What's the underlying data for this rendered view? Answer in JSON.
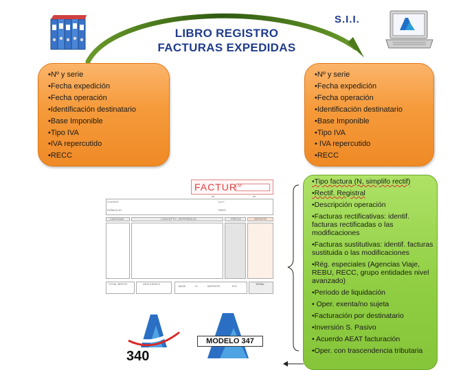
{
  "title": {
    "line1": "LIBRO REGISTRO",
    "line2": "FACTURAS EXPEDIDAS"
  },
  "sii_label": "S.I.I.",
  "left_box": {
    "items": [
      "•Nº y serie",
      "•Fecha expedición",
      "•Fecha operación",
      "•Identificación destinatario",
      "•Base Imponible",
      "•Tipo IVA",
      "•IVA repercutido",
      "•RECC"
    ]
  },
  "right_box": {
    "items": [
      "•Nº y serie",
      "•Fecha expedición",
      "•Fecha operación",
      "•Identificación destinatario",
      "•Base Imponible",
      "•Tipo IVA",
      "• IVA repercutido",
      "•RECC"
    ]
  },
  "green_box": {
    "items": [
      "•Tipo factura (N, simplifo rectif)",
      "•Rectif. Registral",
      "•Descripción operación",
      "•Facturas rectificativas: identif. facturas rectificadas o las modificaciones",
      "•Facturas sustitutivas: identif. facturas sustituida o las modificaciones",
      "•Rég. especiales (Agencias Viaje, REBU, RECC, grupo entidades nivel avanzado)",
      "•Periodo de liquidación",
      "• Oper. exenta/no sujeta",
      "•Facturación por destinatario",
      "•Inversión S. Pasivo",
      "• Acuerdo AEAT facturación",
      "•Oper. con trascendencia tributaria"
    ]
  },
  "invoice": {
    "title": "FACTURA",
    "number_label": "Nº",
    "fields": {
      "cliente": "CLIENTE",
      "nif": "N.I.F.",
      "domicilio": "DOMICILIO",
      "pago": "PAGO",
      "cantidad": "CANTIDAD",
      "concepto": "CONCEPTO - REFERENCIA",
      "precio": "PRECIO",
      "importe": "IMPORTE",
      "total_bruto": "TOTAL BRUTO",
      "descuento": "DESCUENTO",
      "base": "BASE",
      "pct": "%",
      "iva_importe": "IMPORTE",
      "re": "R.E.",
      "total": "TOTAL",
      "de": "de"
    }
  },
  "logos": {
    "modelo_340": "340",
    "modelo_347": "MODELO 347"
  },
  "colors": {
    "title_blue": "#1f3b8c",
    "orange_box": "#f59a3a",
    "green_box": "#8fcd42",
    "arrow_green": "#4a7a1a"
  }
}
